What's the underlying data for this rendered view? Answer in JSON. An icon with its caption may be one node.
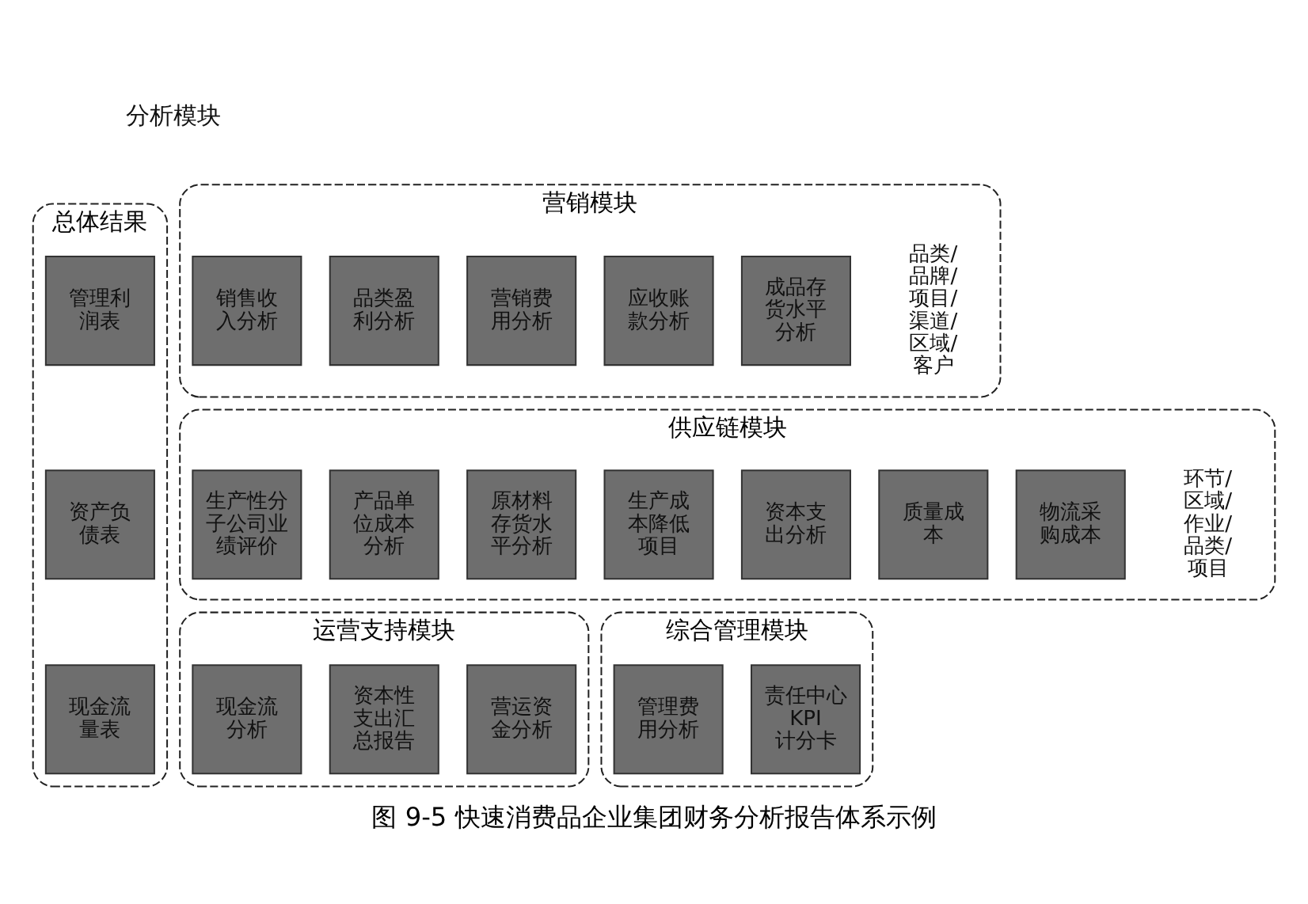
{
  "diagram": {
    "caption": "图 9-5 快速消费品企业集团财务分析报告体系示例",
    "nodes": [
      {
        "text": [
          "总体结果"
        ]
      },
      {
        "text": [
          "管理利润表"
        ],
        "in": 0
      },
      {
        "text": [
          "资产负债表"
        ],
        "in": 0
      },
      {
        "text": [
          "现金流量表"
        ],
        "in": 0
      },
      {
        "text": [
          "营销模块"
        ]
      },
      {
        "text": [
          "销售收入分析"
        ],
        "in": 4
      },
      {
        "text": [
          "品类盈利分析"
        ],
        "in": 4
      },
      {
        "text": [
          "营销费用分析"
        ],
        "in": 4
      },
      {
        "text": [
          "应收账款分析"
        ],
        "in": 4
      },
      {
        "text": [
          "成品存货水平分析"
        ],
        "in": 4
      },
      {
        "text": [
          "供应链模块"
        ]
      },
      {
        "text": [
          "生产性分子公司业绩评价"
        ],
        "in": 10
      },
      {
        "text": [
          "产品单位成本分析"
        ],
        "in": 10
      },
      {
        "text": [
          "原材料存货水平分析"
        ],
        "in": 10
      },
      {
        "text": [
          "生产成本降低项目"
        ],
        "in": 10
      },
      {
        "text": [
          "资本支出分析"
        ],
        "in": 10
      },
      {
        "text": [
          "质量成本"
        ],
        "in": 10
      },
      {
        "text": [
          "物流采购成本"
        ],
        "in": 10
      },
      {
        "text": [
          "运营支持模块"
        ]
      },
      {
        "text": [
          "现金流分析"
        ],
        "in": 18
      },
      {
        "text": [
          "资本性支出汇总报告"
        ],
        "in": 18
      },
      {
        "text": [
          "营运资金分析"
        ],
        "in": 18
      },
      {
        "text": [
          "综合管理模块"
        ]
      },
      {
        "text": [
          "管理费用分析"
        ],
        "in": 22
      },
      {
        "text": [
          "责任中心 KPI 计分卡"
        ],
        "in": 22
      }
    ],
    "edges": [],
    "labels": [
      "分析模块",
      "品类/品牌/项目/渠道/区域/客户",
      "环节/区域/作业/品类/项目"
    ]
  }
}
